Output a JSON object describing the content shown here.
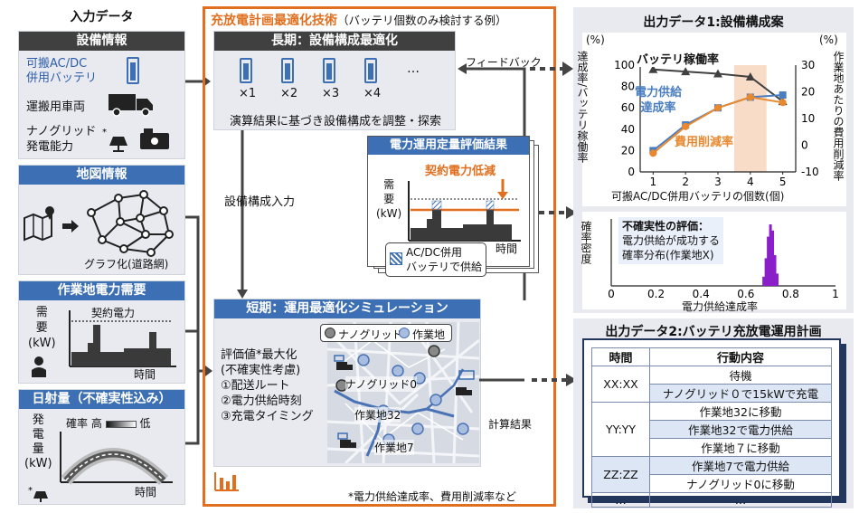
{
  "input": {
    "title": "入力データ",
    "equipment": {
      "header": "設備情報",
      "battery_line1": "可搬AC/DC",
      "battery_line2": "併用バッテリ",
      "truck": "運搬用車両",
      "nanogrid_line1": "ナノグリッド",
      "nanogrid_line2": "発電能力"
    },
    "map": {
      "header": "地図情報",
      "caption": "グラフ化(道路網)"
    },
    "demand": {
      "header": "作業地電力需要",
      "ylabel": [
        "需",
        "要",
        "(kW)"
      ],
      "contract": "契約電力",
      "xlabel": "時間"
    },
    "solar": {
      "header": "日射量（不確実性込み）",
      "ylabel": [
        "発",
        "電",
        "量",
        "(kW)"
      ],
      "legend_prob": "確率",
      "legend_high": "高",
      "legend_low": "低",
      "xlabel": "時間"
    }
  },
  "tech": {
    "title": "充放電計画最適化技術",
    "subtitle": "（バッテリ個数のみ検討する例）",
    "long": {
      "header": "長期：設備構成最適化",
      "counts": [
        "×1",
        "×2",
        "×3",
        "×4"
      ],
      "ellipsis": "…",
      "desc": "演算結果に基づき設備構成を調整・探索"
    },
    "feedback": "フィードバック",
    "config_input": "設備構成入力",
    "eval": {
      "header": "電力運用定量評価結果",
      "reduction": "契約電力低減",
      "ylabel": [
        "需",
        "要",
        "(kW)"
      ],
      "xlabel": "時間",
      "legend_line1": "AC/DC併用",
      "legend_line2": "バッテリで供給"
    },
    "short": {
      "header": "短期：運用最適化シミュレーション",
      "items": [
        "評価値*最大化",
        "(不確実性考慮)",
        "①配送ルート",
        "②電力供給時刻",
        "③充電タイミング"
      ],
      "legend_nanogrid": "ナノグリッド",
      "legend_site": "作業地",
      "label_nanogrid0": "ナノグリッド0",
      "label_site32": "作業地32",
      "label_site7": "作業地7"
    },
    "result": "計算結果",
    "footnote": "*電力供給達成率、費用削減率など"
  },
  "output1": {
    "title": "出力データ1:設備構成案",
    "left_unit": "(%)",
    "right_unit": "(%)",
    "left_axis_label": "達成率/バッテリ稼働率",
    "right_axis_label": "作業地あたりの費用削減率",
    "xlabel": "可搬AC/DC併用バッテリの個数(個)",
    "label_util": "バッテリ稼働率",
    "label_achieve_1": "電力供給",
    "label_achieve_2": "達成率",
    "label_cost": "費用削減率",
    "colors": {
      "util": "#404040",
      "achieve": "#4a7ec0",
      "cost": "#e8892f",
      "highlight": "#f9dcc8"
    }
  },
  "chart_data": [
    {
      "type": "line",
      "x": [
        1,
        2,
        3,
        4,
        5
      ],
      "xlabel": "可搬AC/DC併用バッテリの個数(個)",
      "ylabel": "達成率/バッテリ稼働率",
      "ylim": [
        0,
        100
      ],
      "yticks": [
        0,
        20,
        40,
        60,
        80,
        100
      ],
      "y2label": "作業地あたりの費用削減率",
      "y2lim": [
        -10,
        30
      ],
      "y2ticks": [
        -10,
        0,
        10,
        20,
        30
      ],
      "highlight_x": [
        3.5,
        4.5
      ],
      "series": [
        {
          "name": "バッテリ稼働率",
          "axis": "left",
          "values": [
            96,
            94,
            92,
            89,
            66
          ]
        },
        {
          "name": "電力供給達成率",
          "axis": "left",
          "values": [
            20,
            44,
            60,
            70,
            72
          ]
        },
        {
          "name": "費用削減率",
          "axis": "right",
          "values": [
            -3,
            7,
            14,
            18,
            16
          ]
        }
      ]
    },
    {
      "type": "bar",
      "title": "不確実性の評価：",
      "subtitle_lines": [
        "電力供給が成功する",
        "確率分布(作業地X)"
      ],
      "xlabel": "電力供給達成率",
      "ylabel": "確率密度",
      "xlim": [
        0,
        1.0
      ],
      "xticks": [
        0,
        0.2,
        0.4,
        0.6,
        0.8,
        1.0
      ],
      "x": [
        0.68,
        0.69,
        0.7,
        0.71,
        0.72,
        0.73,
        0.74
      ],
      "values": [
        0.15,
        0.45,
        0.8,
        1.0,
        0.9,
        0.5,
        0.2
      ],
      "color": "#8a1ec8"
    }
  ],
  "output2": {
    "title": "出力データ2:バッテリ充放電運用計画",
    "col_time": "時間",
    "col_action": "行動内容",
    "rows": [
      {
        "time": "XX:XX",
        "actions": [
          "待機",
          "ナノグリッド０で15kWで充電"
        ]
      },
      {
        "time": "YY:YY",
        "actions": [
          "作業地32に移動",
          "作業地32で電力供給",
          "作業地７に移動"
        ]
      },
      {
        "time": "ZZ:ZZ",
        "actions": [
          "作業地7で電力供給",
          "ナノグリッド0に移動"
        ]
      },
      {
        "time": "…",
        "actions": [
          "…"
        ]
      }
    ]
  }
}
